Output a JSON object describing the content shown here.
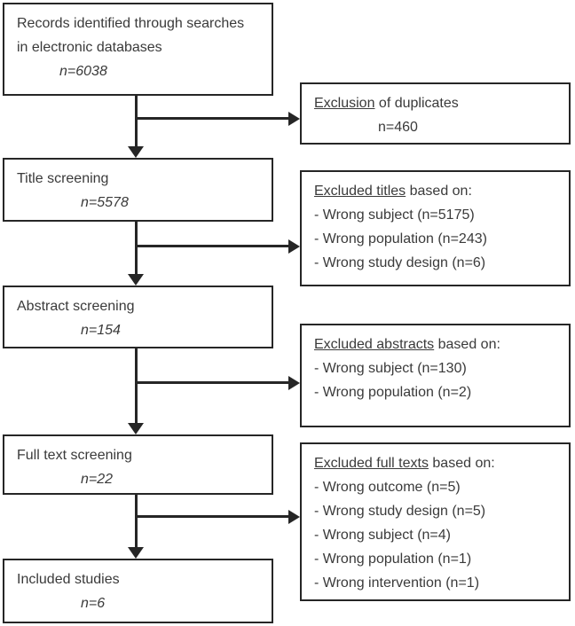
{
  "flow": {
    "colors": {
      "border": "#262626",
      "text": "#3a3a3a",
      "background": "#ffffff"
    },
    "left_boxes": [
      {
        "lines": [
          "Records identified through searches",
          "in electronic databases"
        ],
        "count": "n=6038"
      },
      {
        "lines": [
          "Title screening"
        ],
        "count": "n=5578"
      },
      {
        "lines": [
          "Abstract screening"
        ],
        "count": "n=154"
      },
      {
        "lines": [
          "Full text screening"
        ],
        "count": "n=22"
      },
      {
        "lines": [
          "Included studies"
        ],
        "count": "n=6"
      }
    ],
    "right_boxes": [
      {
        "heading_underlined": "Exclusion",
        "heading_rest": " of duplicates",
        "count": "n=460",
        "items": []
      },
      {
        "heading_underlined": "Excluded titles",
        "heading_rest": " based on:",
        "items": [
          "- Wrong subject (n=5175)",
          "- Wrong population (n=243)",
          "- Wrong study design (n=6)"
        ]
      },
      {
        "heading_underlined": "Excluded abstracts",
        "heading_rest": " based on:",
        "items": [
          "- Wrong subject (n=130)",
          "- Wrong population (n=2)"
        ]
      },
      {
        "heading_underlined": "Excluded full texts",
        "heading_rest": " based on:",
        "items": [
          "- Wrong outcome (n=5)",
          "- Wrong study design (n=5)",
          "- Wrong subject (n=4)",
          "- Wrong population (n=1)",
          "- Wrong intervention (n=1)"
        ]
      }
    ]
  }
}
